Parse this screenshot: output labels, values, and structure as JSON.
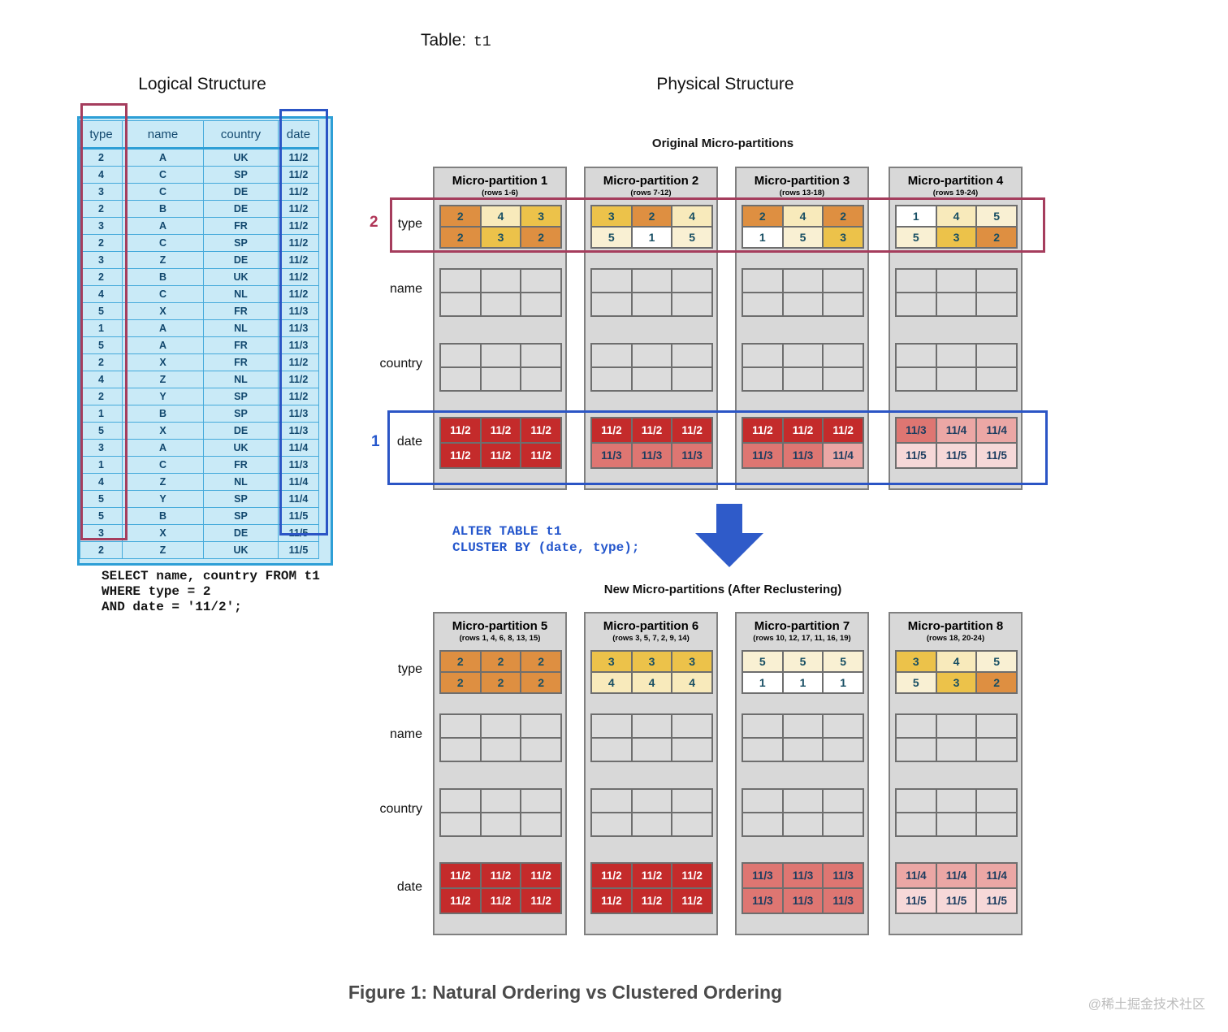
{
  "table_title": {
    "label": "Table:",
    "name": "t1"
  },
  "sections": {
    "logical": "Logical Structure",
    "physical": "Physical Structure"
  },
  "logical_table": {
    "columns": [
      "type",
      "name",
      "country",
      "date"
    ],
    "rows": [
      [
        "2",
        "A",
        "UK",
        "11/2"
      ],
      [
        "4",
        "C",
        "SP",
        "11/2"
      ],
      [
        "3",
        "C",
        "DE",
        "11/2"
      ],
      [
        "2",
        "B",
        "DE",
        "11/2"
      ],
      [
        "3",
        "A",
        "FR",
        "11/2"
      ],
      [
        "2",
        "C",
        "SP",
        "11/2"
      ],
      [
        "3",
        "Z",
        "DE",
        "11/2"
      ],
      [
        "2",
        "B",
        "UK",
        "11/2"
      ],
      [
        "4",
        "C",
        "NL",
        "11/2"
      ],
      [
        "5",
        "X",
        "FR",
        "11/3"
      ],
      [
        "1",
        "A",
        "NL",
        "11/3"
      ],
      [
        "5",
        "A",
        "FR",
        "11/3"
      ],
      [
        "2",
        "X",
        "FR",
        "11/2"
      ],
      [
        "4",
        "Z",
        "NL",
        "11/2"
      ],
      [
        "2",
        "Y",
        "SP",
        "11/2"
      ],
      [
        "1",
        "B",
        "SP",
        "11/3"
      ],
      [
        "5",
        "X",
        "DE",
        "11/3"
      ],
      [
        "3",
        "A",
        "UK",
        "11/4"
      ],
      [
        "1",
        "C",
        "FR",
        "11/3"
      ],
      [
        "4",
        "Z",
        "NL",
        "11/4"
      ],
      [
        "5",
        "Y",
        "SP",
        "11/4"
      ],
      [
        "5",
        "B",
        "SP",
        "11/5"
      ],
      [
        "3",
        "X",
        "DE",
        "11/5"
      ],
      [
        "2",
        "Z",
        "UK",
        "11/5"
      ]
    ]
  },
  "colors": {
    "type": {
      "1": "#ffffff",
      "2": "#de8f41",
      "3": "#ecc24a",
      "4": "#f8eabb",
      "5": "#f9f0d3"
    },
    "type_text": "#174e63",
    "date_bg": {
      "11/2": "#c42b2b",
      "11/3": "#de7672",
      "11/4": "#eba7a5",
      "11/5": "#f6d8d8"
    },
    "date_fg": {
      "11/2": "#ffffff",
      "11/3": "#1b3c5f",
      "11/4": "#1b3c5f",
      "11/5": "#1b3c5f"
    },
    "accent_maroon": "#a53d5d",
    "accent_blue": "#2b55c5",
    "arrow_blue": "#2f5bc9"
  },
  "physical": {
    "original_title": "Original Micro-partitions",
    "new_title": "New Micro-partitions (After Reclustering)",
    "row_labels": [
      "type",
      "name",
      "country",
      "date"
    ],
    "annotations": {
      "type_marker": "2",
      "date_marker": "1"
    },
    "original_partitions": [
      {
        "title": "Micro-partition 1",
        "rows_label": "(rows 1-6)",
        "type": [
          [
            "2",
            "4",
            "3"
          ],
          [
            "2",
            "3",
            "2"
          ]
        ],
        "date": [
          [
            "11/2",
            "11/2",
            "11/2"
          ],
          [
            "11/2",
            "11/2",
            "11/2"
          ]
        ]
      },
      {
        "title": "Micro-partition 2",
        "rows_label": "(rows 7-12)",
        "type": [
          [
            "3",
            "2",
            "4"
          ],
          [
            "5",
            "1",
            "5"
          ]
        ],
        "date": [
          [
            "11/2",
            "11/2",
            "11/2"
          ],
          [
            "11/3",
            "11/3",
            "11/3"
          ]
        ]
      },
      {
        "title": "Micro-partition 3",
        "rows_label": "(rows 13-18)",
        "type": [
          [
            "2",
            "4",
            "2"
          ],
          [
            "1",
            "5",
            "3"
          ]
        ],
        "date": [
          [
            "11/2",
            "11/2",
            "11/2"
          ],
          [
            "11/3",
            "11/3",
            "11/4"
          ]
        ]
      },
      {
        "title": "Micro-partition 4",
        "rows_label": "(rows 19-24)",
        "type": [
          [
            "1",
            "4",
            "5"
          ],
          [
            "5",
            "3",
            "2"
          ]
        ],
        "date": [
          [
            "11/3",
            "11/4",
            "11/4"
          ],
          [
            "11/5",
            "11/5",
            "11/5"
          ]
        ]
      }
    ],
    "new_partitions": [
      {
        "title": "Micro-partition 5",
        "rows_label": "(rows 1, 4, 6, 8, 13, 15)",
        "type": [
          [
            "2",
            "2",
            "2"
          ],
          [
            "2",
            "2",
            "2"
          ]
        ],
        "date": [
          [
            "11/2",
            "11/2",
            "11/2"
          ],
          [
            "11/2",
            "11/2",
            "11/2"
          ]
        ]
      },
      {
        "title": "Micro-partition 6",
        "rows_label": "(rows 3, 5, 7, 2, 9, 14)",
        "type": [
          [
            "3",
            "3",
            "3"
          ],
          [
            "4",
            "4",
            "4"
          ]
        ],
        "date": [
          [
            "11/2",
            "11/2",
            "11/2"
          ],
          [
            "11/2",
            "11/2",
            "11/2"
          ]
        ]
      },
      {
        "title": "Micro-partition 7",
        "rows_label": "(rows 10, 12, 17, 11, 16, 19)",
        "type": [
          [
            "5",
            "5",
            "5"
          ],
          [
            "1",
            "1",
            "1"
          ]
        ],
        "date": [
          [
            "11/3",
            "11/3",
            "11/3"
          ],
          [
            "11/3",
            "11/3",
            "11/3"
          ]
        ]
      },
      {
        "title": "Micro-partition 8",
        "rows_label": "(rows 18, 20-24)",
        "type": [
          [
            "3",
            "4",
            "5"
          ],
          [
            "5",
            "3",
            "2"
          ]
        ],
        "date": [
          [
            "11/4",
            "11/4",
            "11/4"
          ],
          [
            "11/5",
            "11/5",
            "11/5"
          ]
        ]
      }
    ]
  },
  "sql": {
    "select_lines": [
      "SELECT name, country FROM t1",
      "WHERE type = 2",
      "AND date = '11/2';"
    ],
    "alter_lines": [
      "ALTER TABLE t1",
      "CLUSTER BY (date, type);"
    ]
  },
  "caption": "Figure 1: Natural Ordering vs Clustered Ordering",
  "watermark": "@稀土掘金技术社区"
}
